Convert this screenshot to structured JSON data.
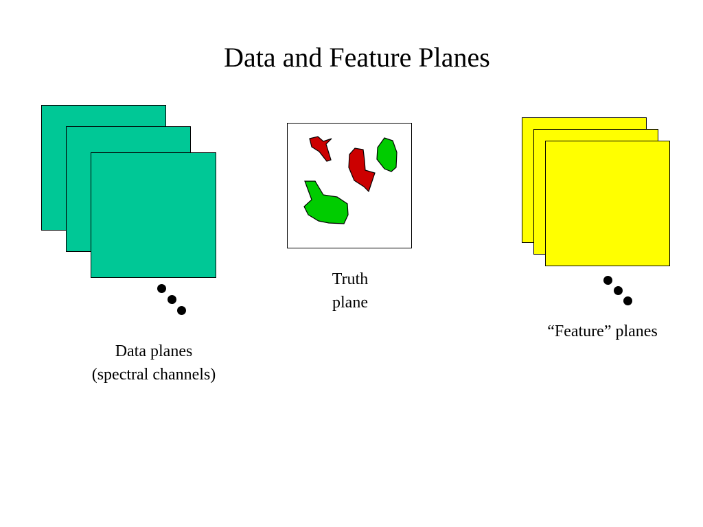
{
  "title": "Data and Feature Planes",
  "data_planes": {
    "color": "#00c896",
    "caption_line1": "Data planes",
    "caption_line2": "(spectral channels)"
  },
  "truth_plane": {
    "caption_line1": "Truth",
    "caption_line2": "plane",
    "region_colors": [
      "#cc0000",
      "#00cc00"
    ]
  },
  "feature_planes": {
    "color": "#ffff00",
    "caption": "“Feature” planes"
  }
}
